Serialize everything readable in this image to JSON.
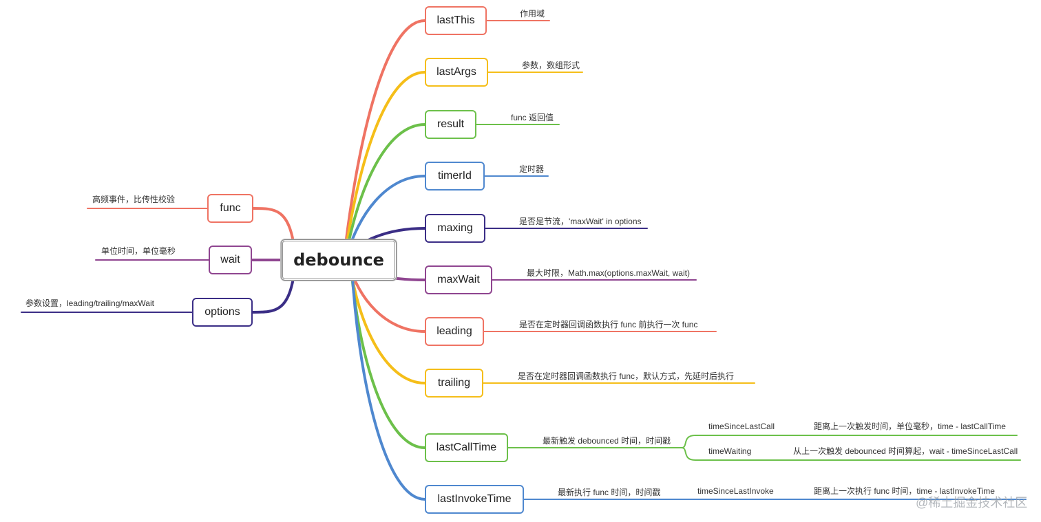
{
  "root": {
    "label": "debounce"
  },
  "colors": {
    "red": "#ef7363",
    "yellow": "#f5be19",
    "green": "#6cc04a",
    "blue": "#4f88cf",
    "indigo": "#3b2e86",
    "purple": "#8f4590"
  },
  "right": [
    {
      "id": "lastThis",
      "label": "lastThis",
      "note": "作用域",
      "color": "#ef7363"
    },
    {
      "id": "lastArgs",
      "label": "lastArgs",
      "note": "参数，数组形式",
      "color": "#f5be19"
    },
    {
      "id": "result",
      "label": "result",
      "note": "func 返回值",
      "color": "#6cc04a"
    },
    {
      "id": "timerId",
      "label": "timerId",
      "note": "定时器",
      "color": "#4f88cf"
    },
    {
      "id": "maxing",
      "label": "maxing",
      "note": "是否是节流，'maxWait' in options",
      "color": "#3b2e86"
    },
    {
      "id": "maxWait",
      "label": "maxWait",
      "note": "最大时限，Math.max(options.maxWait, wait)",
      "color": "#8f4590"
    },
    {
      "id": "leading",
      "label": "leading",
      "note": "是否在定时器回调函数执行 func 前执行一次 func",
      "color": "#ef7363"
    },
    {
      "id": "trailing",
      "label": "trailing",
      "note": "是否在定时器回调函数执行 func，默认方式，先延时后执行",
      "color": "#f5be19"
    },
    {
      "id": "lastCallTime",
      "label": "lastCallTime",
      "note": "最新触发 debounced 时间，时间戳",
      "color": "#6cc04a",
      "children": [
        {
          "label": "timeSinceLastCall",
          "note": "距离上一次触发时间，单位毫秒，time - lastCallTime"
        },
        {
          "label": "timeWaiting",
          "note": "从上一次触发 debounced 时间算起，wait - timeSinceLastCall"
        }
      ]
    },
    {
      "id": "lastInvokeTime",
      "label": "lastInvokeTime",
      "note": "最新执行 func 时间，时间戳",
      "color": "#4f88cf",
      "children": [
        {
          "label": "timeSinceLastInvoke",
          "note": "距离上一次执行 func 时间，time - lastInvokeTime"
        }
      ]
    }
  ],
  "left": [
    {
      "id": "func",
      "label": "func",
      "note": "高频事件，比传性校验",
      "color": "#ef7363"
    },
    {
      "id": "wait",
      "label": "wait",
      "note": "单位时间，单位毫秒",
      "color": "#8f4590"
    },
    {
      "id": "options",
      "label": "options",
      "note": "参数设置，leading/trailing/maxWait",
      "color": "#3b2e86"
    }
  ],
  "watermark": "@稀土掘金技术社区"
}
